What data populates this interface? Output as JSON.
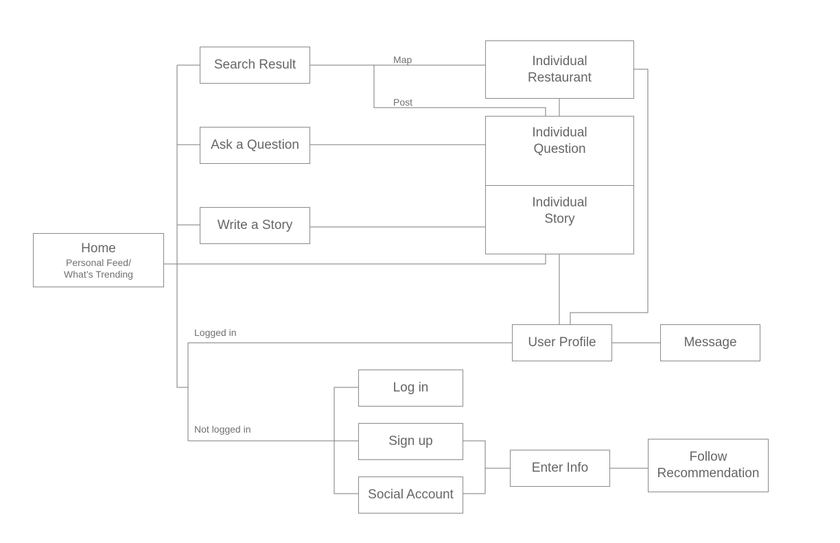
{
  "nodes": {
    "home": {
      "label": "Home",
      "sublabel": "Personal Feed/\nWhat’s Trending"
    },
    "search_result": {
      "label": "Search Result"
    },
    "ask_question": {
      "label": "Ask a Question"
    },
    "write_story": {
      "label": "Write a Story"
    },
    "individual_restaurant": {
      "label": "Individual\nRestaurant"
    },
    "individual_question": {
      "label": "Individual\nQuestion"
    },
    "individual_story": {
      "label": "Individual\nStory"
    },
    "user_profile": {
      "label": "User Profile"
    },
    "message": {
      "label": "Message"
    },
    "log_in": {
      "label": "Log in"
    },
    "sign_up": {
      "label": "Sign up"
    },
    "social_account": {
      "label": "Social Account"
    },
    "enter_info": {
      "label": "Enter Info"
    },
    "follow_recommendation": {
      "label": "Follow\nRecommendation"
    }
  },
  "edge_labels": {
    "map": "Map",
    "post": "Post",
    "logged_in": "Logged in",
    "not_logged_in": "Not logged in"
  },
  "colors": {
    "line": "#7a7a7a",
    "border": "#8a8a8a",
    "text": "#666666"
  }
}
